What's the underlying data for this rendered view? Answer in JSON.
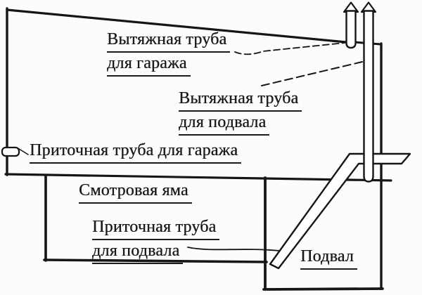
{
  "diagram_type": "garage-ventilation-scheme",
  "colors": {
    "line": "#161616",
    "text": "#1c1c1c",
    "background": "#fcfcfc"
  },
  "labels": {
    "vent_garage": {
      "l1": "Вытяжная труба",
      "l2": "для гаража"
    },
    "vent_basement": {
      "l1": "Вытяжная труба",
      "l2": "для подвала"
    },
    "supply_garage": {
      "l1": "Приточная труба для гаража"
    },
    "inspection_pit": {
      "l1": "Смотровая яма"
    },
    "supply_basement": {
      "l1": "Приточная труба",
      "l2": "для подвала"
    },
    "basement": {
      "l1": "Подвал"
    }
  }
}
